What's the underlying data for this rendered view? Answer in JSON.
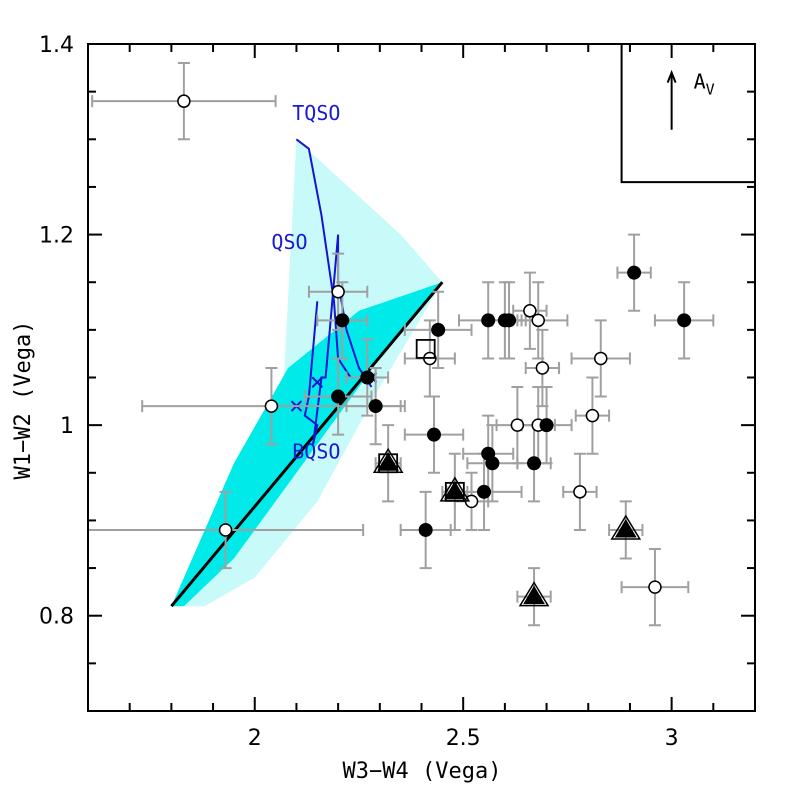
{
  "chart_data": {
    "type": "scatter",
    "xlabel": "W3−W4 (Vega)",
    "ylabel": "W1−W2 (Vega)",
    "xlim": [
      1.6,
      3.2
    ],
    "ylim": [
      0.7,
      1.4
    ],
    "xticks": [
      {
        "v": 2,
        "label": "2"
      },
      {
        "v": 2.5,
        "label": "2.5"
      },
      {
        "v": 3,
        "label": "3"
      }
    ],
    "yticks": [
      {
        "v": 0.8,
        "label": "0.8"
      },
      {
        "v": 1.0,
        "label": "1"
      },
      {
        "v": 1.2,
        "label": "1.2"
      },
      {
        "v": 1.4,
        "label": "1.4"
      }
    ],
    "annotations": {
      "tqso": "TQSO",
      "qso": "QSO",
      "bqso": "BQSO",
      "av_main": "A",
      "av_sub": "V"
    },
    "colors": {
      "light_region": "#c8fafa",
      "dark_region": "#00eaea",
      "track": "#1414d2",
      "errorbar": "#a0a0a0",
      "line": "#000000"
    },
    "light_region": [
      [
        1.82,
        0.81
      ],
      [
        1.9,
        0.86
      ],
      [
        2.0,
        0.95
      ],
      [
        2.07,
        1.05
      ],
      [
        2.1,
        1.3
      ],
      [
        2.2,
        1.26
      ],
      [
        2.35,
        1.2
      ],
      [
        2.45,
        1.15
      ],
      [
        2.3,
        1.04
      ],
      [
        2.15,
        0.92
      ],
      [
        2.0,
        0.84
      ],
      [
        1.88,
        0.81
      ]
    ],
    "dark_region": [
      [
        1.8,
        0.81
      ],
      [
        1.95,
        0.96
      ],
      [
        2.08,
        1.06
      ],
      [
        2.25,
        1.12
      ],
      [
        2.45,
        1.15
      ],
      [
        2.3,
        1.07
      ],
      [
        2.1,
        0.95
      ],
      [
        1.95,
        0.86
      ],
      [
        1.83,
        0.81
      ]
    ],
    "main_line": [
      [
        1.8,
        0.81
      ],
      [
        2.45,
        1.15
      ]
    ],
    "qso_track": [
      [
        [
          2.15,
          1.13
        ],
        [
          2.14,
          1.08
        ],
        [
          2.13,
          1.03
        ],
        [
          2.12,
          1.01
        ],
        [
          2.15,
          1.0
        ],
        [
          2.14,
          0.98
        ],
        [
          2.16,
          1.05
        ],
        [
          2.17,
          1.05
        ],
        [
          2.18,
          1.1
        ],
        [
          2.2,
          1.2
        ],
        [
          2.2,
          1.15
        ],
        [
          2.22,
          1.1
        ],
        [
          2.25,
          1.06
        ],
        [
          2.28,
          1.04
        ]
      ],
      [
        [
          2.1,
          1.3
        ],
        [
          2.13,
          1.29
        ],
        [
          2.16,
          1.22
        ],
        [
          2.19,
          1.13
        ],
        [
          2.2,
          1.07
        ],
        [
          2.23,
          1.05
        ]
      ]
    ],
    "track_crosses": [
      [
        2.1,
        1.02
      ],
      [
        2.15,
        1.045
      ],
      [
        2.28,
        1.05
      ]
    ],
    "av_arrow": {
      "x": 3.0,
      "y0": 1.31,
      "y1": 1.37
    },
    "legend_box": {
      "x0": 2.88,
      "y0": 1.255,
      "x1": 3.2,
      "y1": 1.4
    },
    "series": [
      {
        "marker": "open-circle",
        "points": [
          {
            "x": 1.83,
            "y": 1.34,
            "xe": 0.22,
            "ye": 0.04
          },
          {
            "x": 2.04,
            "y": 1.02,
            "xe": 0.31,
            "ye": 0.04
          },
          {
            "x": 1.93,
            "y": 0.89,
            "xe": 0.33,
            "ye": 0.04
          },
          {
            "x": 2.2,
            "y": 1.14,
            "xe": 0.07,
            "ye": 0.04
          },
          {
            "x": 2.42,
            "y": 1.07,
            "xe": 0.06,
            "ye": 0.04
          },
          {
            "x": 2.52,
            "y": 0.92,
            "xe": 0.04,
            "ye": 0.03
          },
          {
            "x": 2.63,
            "y": 1.0,
            "xe": 0.05,
            "ye": 0.04
          },
          {
            "x": 2.66,
            "y": 1.12,
            "xe": 0.04,
            "ye": 0.04
          },
          {
            "x": 2.68,
            "y": 1.11,
            "xe": 0.07,
            "ye": 0.04
          },
          {
            "x": 2.69,
            "y": 1.06,
            "xe": 0.04,
            "ye": 0.04
          },
          {
            "x": 2.68,
            "y": 1.0,
            "xe": 0.04,
            "ye": 0.04
          },
          {
            "x": 2.78,
            "y": 0.93,
            "xe": 0.04,
            "ye": 0.04
          },
          {
            "x": 2.81,
            "y": 1.01,
            "xe": 0.04,
            "ye": 0.04
          },
          {
            "x": 2.83,
            "y": 1.07,
            "xe": 0.07,
            "ye": 0.04
          },
          {
            "x": 2.96,
            "y": 0.83,
            "xe": 0.08,
            "ye": 0.04
          }
        ]
      },
      {
        "marker": "filled-circle",
        "points": [
          {
            "x": 2.21,
            "y": 1.11,
            "xe": 0.06,
            "ye": 0.04
          },
          {
            "x": 2.2,
            "y": 1.03,
            "xe": 0.08,
            "ye": 0.04
          },
          {
            "x": 2.27,
            "y": 1.05,
            "xe": 0.05,
            "ye": 0.04
          },
          {
            "x": 2.29,
            "y": 1.02,
            "xe": 0.07,
            "ye": 0.04
          },
          {
            "x": 2.44,
            "y": 1.1,
            "xe": 0.08,
            "ye": 0.04
          },
          {
            "x": 2.43,
            "y": 0.99,
            "xe": 0.07,
            "ye": 0.04
          },
          {
            "x": 2.41,
            "y": 0.89,
            "xe": 0.06,
            "ye": 0.04
          },
          {
            "x": 2.56,
            "y": 1.11,
            "xe": 0.07,
            "ye": 0.04
          },
          {
            "x": 2.61,
            "y": 1.11,
            "xe": 0.04,
            "ye": 0.04
          },
          {
            "x": 2.6,
            "y": 1.11,
            "xe": 0.04,
            "ye": 0.04
          },
          {
            "x": 2.56,
            "y": 0.97,
            "xe": 0.06,
            "ye": 0.04
          },
          {
            "x": 2.57,
            "y": 0.96,
            "xe": 0.06,
            "ye": 0.04
          },
          {
            "x": 2.55,
            "y": 0.93,
            "xe": 0.09,
            "ye": 0.04
          },
          {
            "x": 2.67,
            "y": 0.96,
            "xe": 0.04,
            "ye": 0.04
          },
          {
            "x": 2.7,
            "y": 1.0,
            "xe": 0.06,
            "ye": 0.04
          },
          {
            "x": 2.91,
            "y": 1.16,
            "xe": 0.04,
            "ye": 0.04
          },
          {
            "x": 3.03,
            "y": 1.11,
            "xe": 0.07,
            "ye": 0.04
          }
        ]
      },
      {
        "marker": "open-square",
        "points": [
          {
            "x": 2.41,
            "y": 1.08
          },
          {
            "x": 2.32,
            "y": 0.96
          },
          {
            "x": 2.48,
            "y": 0.93
          }
        ]
      },
      {
        "marker": "filled-triangle",
        "points": [
          {
            "x": 2.32,
            "y": 0.96,
            "xe": 0.03,
            "ye": 0.04
          },
          {
            "x": 2.48,
            "y": 0.93,
            "xe": 0.03,
            "ye": 0.04
          },
          {
            "x": 2.67,
            "y": 0.82,
            "xe": 0.04,
            "ye": 0.03
          },
          {
            "x": 2.89,
            "y": 0.89,
            "xe": 0.04,
            "ye": 0.03
          }
        ]
      }
    ]
  }
}
